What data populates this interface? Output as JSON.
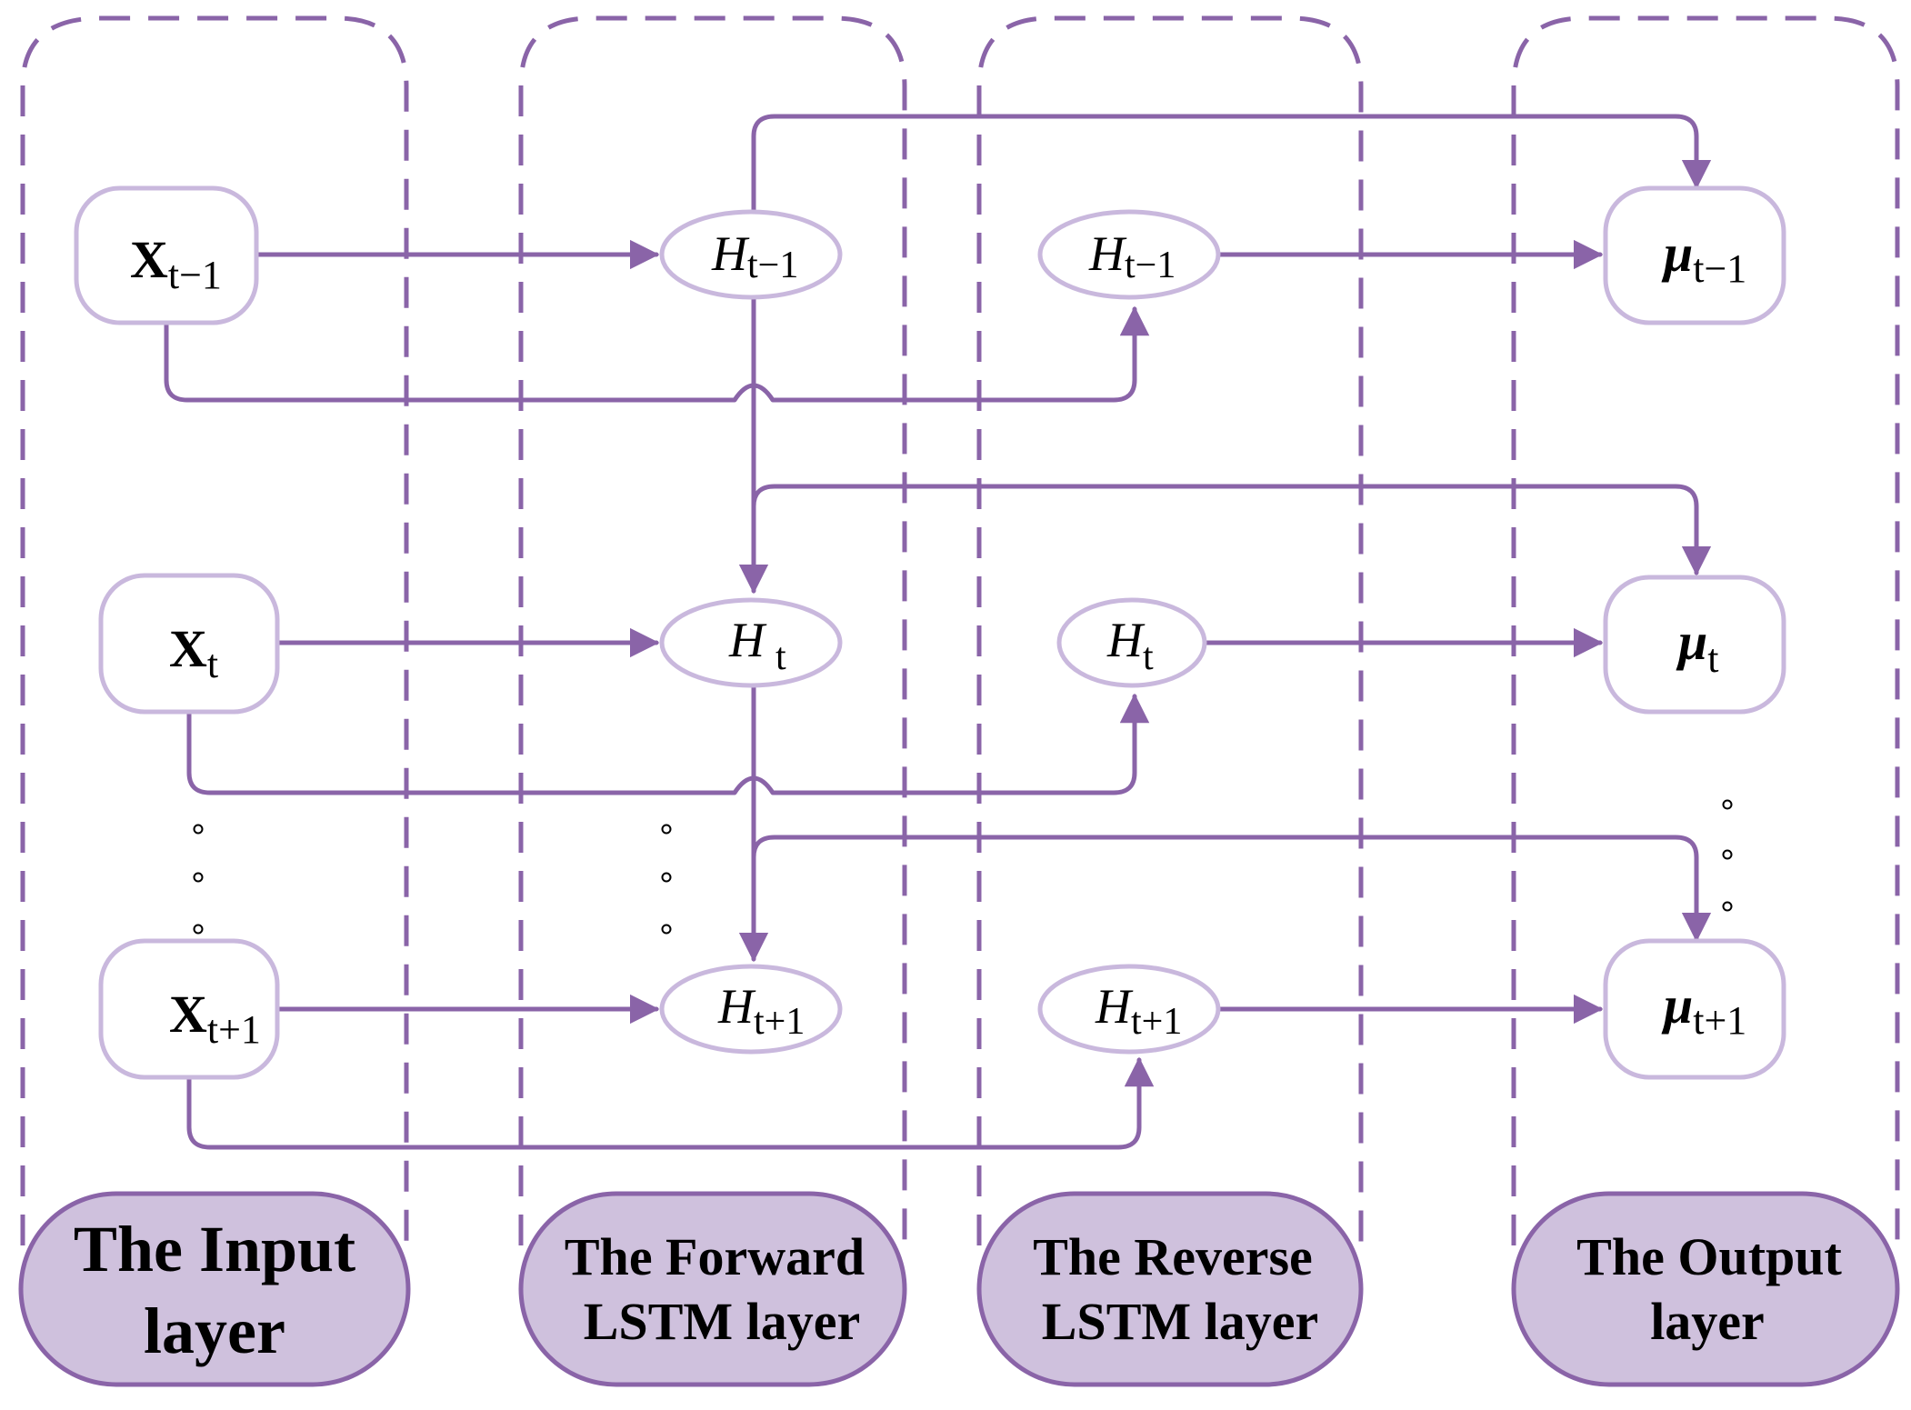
{
  "colors": {
    "accent": "#8a64a8",
    "node_border": "#c9b8dd",
    "label_fill": "#cfc1dd",
    "dashed": "#8a64a8"
  },
  "columns": {
    "input": [
      "The Input",
      "layer"
    ],
    "forward": [
      "The Forward",
      "LSTM layer"
    ],
    "reverse": [
      "The Reverse",
      "LSTM layer"
    ],
    "output": [
      "The Output",
      "layer"
    ]
  },
  "nodes": {
    "input": [
      {
        "main": "X",
        "sub": "t−1"
      },
      {
        "main": "X",
        "sub": "t"
      },
      {
        "main": "X",
        "sub": "t+1"
      }
    ],
    "forward": [
      {
        "main": "H",
        "sub": "t−1"
      },
      {
        "main": "H",
        "sub": "t"
      },
      {
        "main": "H",
        "sub": "t+1"
      }
    ],
    "reverse": [
      {
        "main": "H",
        "sub": "t−1"
      },
      {
        "main": "H",
        "sub": "t"
      },
      {
        "main": "H",
        "sub": "t+1"
      }
    ],
    "output": [
      {
        "main": "μ",
        "sub": "t−1"
      },
      {
        "main": "μ",
        "sub": "t"
      },
      {
        "main": "μ",
        "sub": "t+1"
      }
    ]
  },
  "ellipsis_dots": "° ° °"
}
